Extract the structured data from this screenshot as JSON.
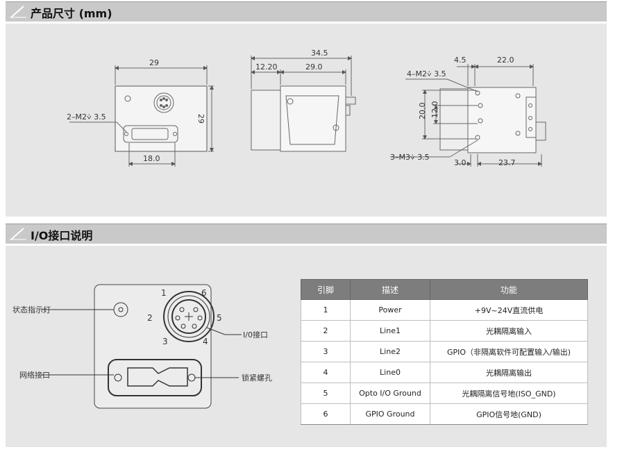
{
  "sections": {
    "dimensions_title": "产品尺寸 (mm)",
    "io_title": "I/O接口说明"
  },
  "front_view": {
    "width_label": "29",
    "height_label": "29",
    "screw_label": "2–M2",
    "screw_depth": "3.5",
    "port_width": "18.0"
  },
  "side_view": {
    "total_length": "34.5",
    "lens_part": "12.20",
    "body_part": "29.0"
  },
  "bottom_view": {
    "offset": "4.5",
    "length": "22.0",
    "top_screw_label": "4–M2",
    "top_screw_depth": "3.5",
    "height_outer": "20.0",
    "height_inner": "12.0",
    "bottom_screw_label": "3–M3",
    "bottom_screw_depth": "3.5",
    "bottom_offset": "3.0",
    "bottom_length": "23.7"
  },
  "io_diagram": {
    "status_led": "状态指示灯",
    "network_port": "网络接口",
    "io_port": "I/0接口",
    "lock_screw": "锁紧螺孔",
    "pins": [
      "1",
      "2",
      "3",
      "4",
      "5",
      "6"
    ]
  },
  "io_table": {
    "headers": [
      "引脚",
      "描述",
      "功能"
    ],
    "rows": [
      {
        "pin": "1",
        "desc": "Power",
        "func": "+9V~24V直流供电"
      },
      {
        "pin": "2",
        "desc": "Line1",
        "func": "光耦隔离输入"
      },
      {
        "pin": "3",
        "desc": "Line2",
        "func": "GPIO（非隔离软件可配置输入/输出)"
      },
      {
        "pin": "4",
        "desc": "Line0",
        "func": "光耦隔离输出"
      },
      {
        "pin": "5",
        "desc": "Opto I/O Ground",
        "func": "光耦隔离信号地(ISO_GND)"
      },
      {
        "pin": "6",
        "desc": "GPIO Ground",
        "func": "GPIO信号地(GND)"
      }
    ]
  }
}
